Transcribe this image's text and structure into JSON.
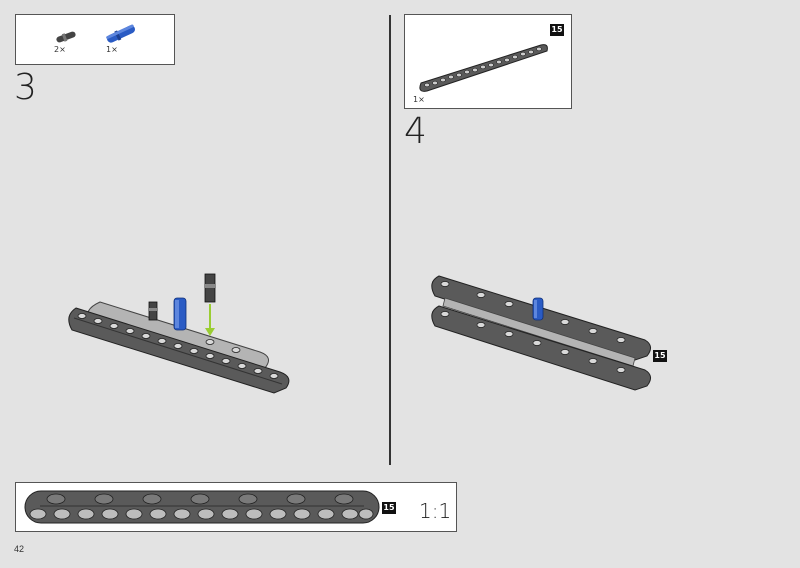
{
  "step3": {
    "number": "3",
    "parts": [
      {
        "qty": "2×",
        "icon": "gray-axle-pin-icon"
      },
      {
        "qty": "1×",
        "icon": "blue-axle-pin-icon"
      }
    ]
  },
  "step4": {
    "number": "4",
    "parts": [
      {
        "qty": "1×",
        "length_badge": "15",
        "icon": "beam-15-icon"
      }
    ],
    "assembly_badge": "15"
  },
  "reference": {
    "badge": "15",
    "scale": "1:1"
  },
  "page_number": "42",
  "colors": {
    "beam": "#5a5a5a",
    "beam_light": "#b4b4b4",
    "pin_blue": "#2a5bc4",
    "arrow": "#9acd32",
    "background": "#e3e3e3"
  }
}
